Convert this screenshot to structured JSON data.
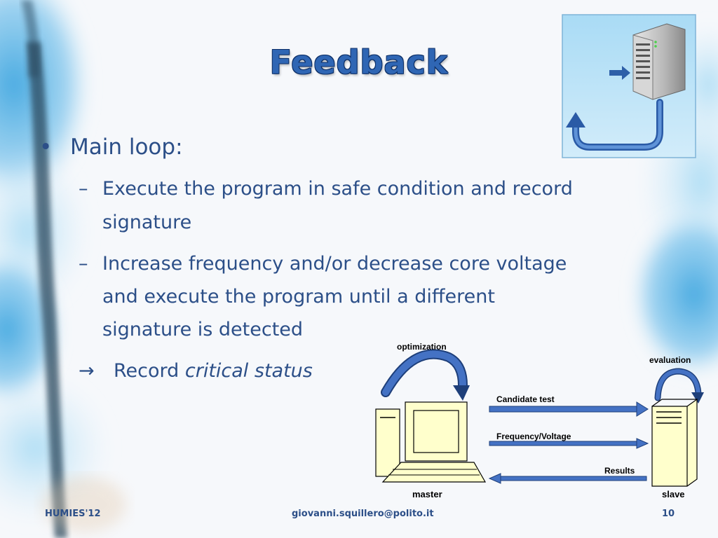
{
  "slide": {
    "title": "Feedback",
    "bullet": "Main loop:",
    "sub1_dash": "–",
    "sub1_line1": "Execute the program in safe condition and record",
    "sub1_line2": "signature",
    "sub2_dash": "–",
    "sub2_line1": "Increase frequency and/or decrease core voltage",
    "sub2_line2": "and execute the program until a different",
    "sub2_line3": "signature is detected",
    "arrow_symbol": "→",
    "record_text": "Record ",
    "record_italic": "critical status"
  },
  "diagram": {
    "optimization": "optimization",
    "evaluation": "evaluation",
    "candidate": "Candidate test",
    "freqvolt": "Frequency/Voltage",
    "results": "Results",
    "master": "master",
    "slave": "slave"
  },
  "footer": {
    "left": "HUMIES'12",
    "center": "giovanni.squillero@polito.it",
    "page": "10"
  },
  "colors": {
    "title": "#2f66b4",
    "text": "#2c4f88",
    "arrow": "#4472c4",
    "computer_fill": "#ffffcc"
  }
}
